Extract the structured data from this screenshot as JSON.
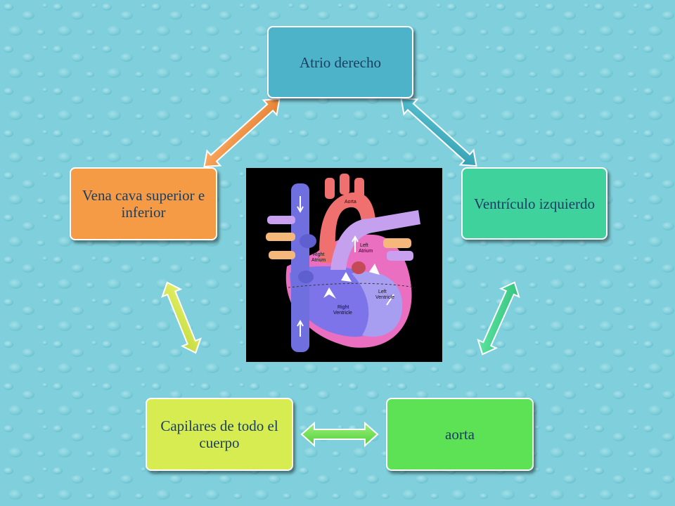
{
  "nodes": {
    "atrio_derecho": "Atrio derecho",
    "ventriculo_izquierdo": "Ventrículo izquierdo",
    "aorta": "aorta",
    "capilares": "Capilares de todo el cuerpo",
    "vena_cava": "Vena cava superior e inferior"
  },
  "heart_image": {
    "labels": {
      "aorta": "Aorta",
      "right_atrium_1": "Right",
      "right_atrium_2": "Atrium",
      "left_atrium_1": "Left",
      "left_atrium_2": "Atrium",
      "left_ventricle_1": "Left",
      "left_ventricle_2": "Ventricle",
      "right_ventricle_1": "Right",
      "right_ventricle_2": "Ventricle"
    }
  },
  "colors": {
    "background": "#7fd0dc",
    "atrio": "#4db3c8",
    "ventriculo": "#3fd29c",
    "aorta": "#5ee255",
    "capilares": "#d6ec50",
    "vena_cava": "#f59a45",
    "text": "#1b3f63"
  }
}
